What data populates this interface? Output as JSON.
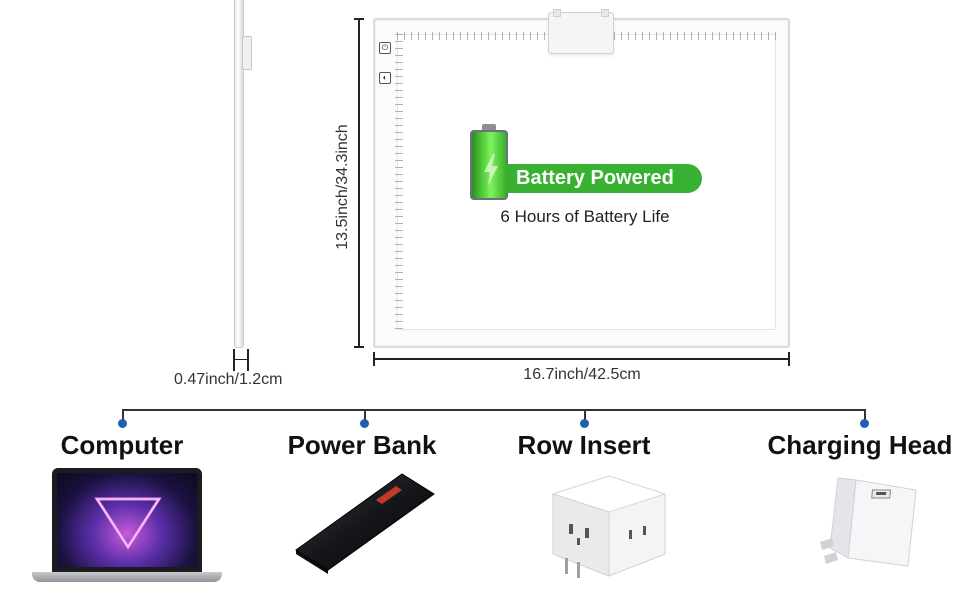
{
  "product": {
    "battery_badge": "Battery Powered",
    "battery_life": "6 Hours of Battery Life",
    "dimensions": {
      "thickness": "0.47inch/1.2cm",
      "height": "13.5inch/34.3inch",
      "width": "16.7inch/42.5cm"
    },
    "colors": {
      "badge": "#38b031",
      "tree_dot": "#1f5fb0"
    }
  },
  "power_sources": [
    {
      "label": "Computer",
      "icon": "laptop-icon"
    },
    {
      "label": "Power Bank",
      "icon": "power-bank-icon"
    },
    {
      "label": "Row Insert",
      "icon": "power-strip-icon"
    },
    {
      "label": "Charging Head",
      "icon": "charger-icon"
    }
  ]
}
